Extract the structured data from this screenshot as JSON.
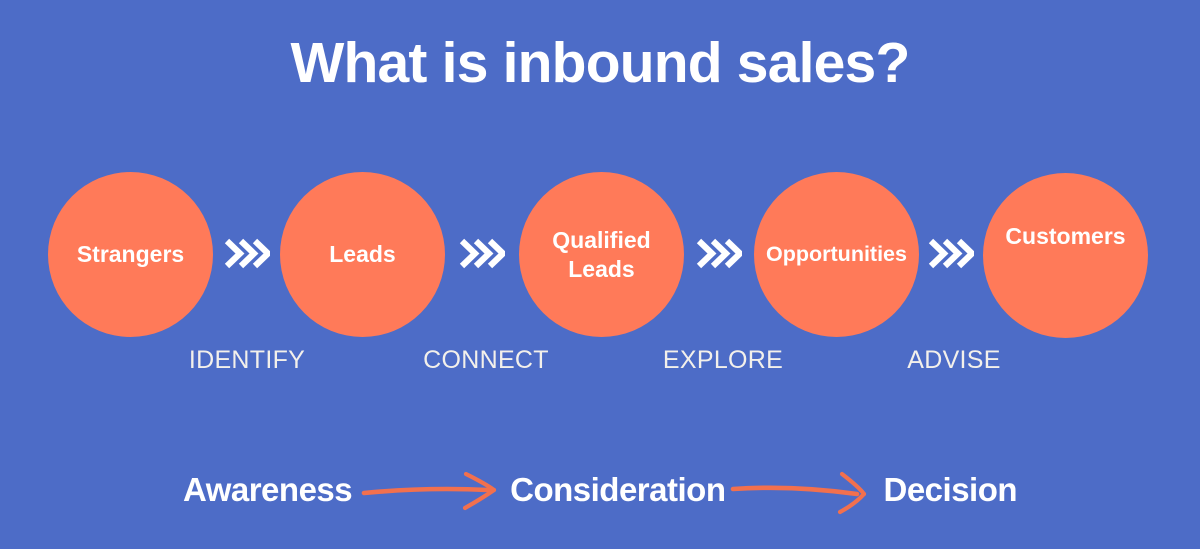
{
  "title": "What is inbound sales?",
  "colors": {
    "background": "#4D6CC7",
    "circle": "#FF7A59",
    "arrow": "#F2704E",
    "title_text": "#FFFFFF",
    "action_text": "#F3F0EB"
  },
  "funnel": {
    "stages": [
      {
        "label": "Strangers"
      },
      {
        "label": "Leads"
      },
      {
        "label": "Qualified Leads"
      },
      {
        "label": "Opportunities"
      },
      {
        "label": "Customers"
      }
    ],
    "actions": [
      "IDENTIFY",
      "CONNECT",
      "EXPLORE",
      "ADVISE"
    ]
  },
  "journey": {
    "steps": [
      "Awareness",
      "Consideration",
      "Decision"
    ]
  }
}
